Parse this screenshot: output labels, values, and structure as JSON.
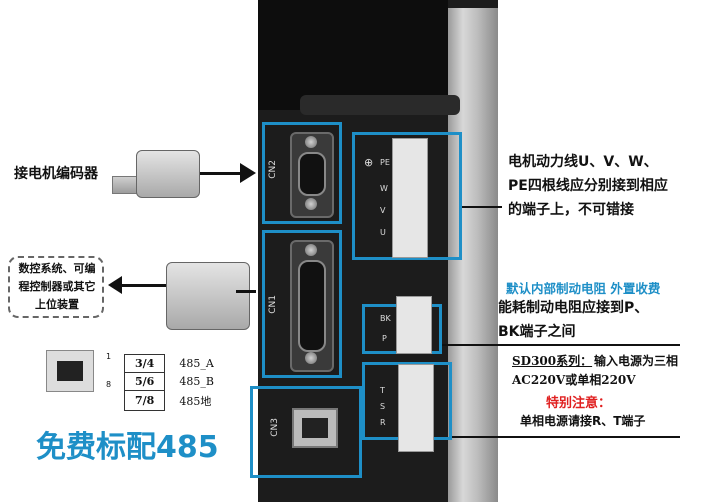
{
  "labels": {
    "encoder": "接电机编码器",
    "controller": "数控系统、可编程控制器或其它上位装置",
    "motor_power": "电机动力线U、V、W、PE四根线应分别接到相应的端子上，不可错接",
    "brake_default": "默认内部制动电阻 外置收费",
    "brake_connect": "能耗制动电阻应接到P、BK端子之间",
    "sd300_title": "SD300系列：",
    "sd300_desc": "输入电源为三相AC220V或单相220V",
    "special_note": "特别注意：",
    "single_phase": "单相电源请接R、T端子",
    "free_485": "免费标配485"
  },
  "connectors": {
    "cn1": "CN1",
    "cn2": "CN2",
    "cn3": "CN3"
  },
  "terminals": {
    "pe": "PE",
    "w": "W",
    "v": "V",
    "u": "U",
    "bk": "BK",
    "p": "P",
    "t": "T",
    "s": "S",
    "r": "R"
  },
  "rj45_pins": [
    {
      "pins": "3/4",
      "signal": "485_A"
    },
    {
      "pins": "5/6",
      "signal": "485_B"
    },
    {
      "pins": "7/8",
      "signal": "485地"
    }
  ],
  "rj45_pin_numbers": {
    "first": "1",
    "last": "8"
  },
  "colors": {
    "accent_blue": "#1e8fc7",
    "note_red": "#e02020",
    "text_dark": "#111111"
  }
}
